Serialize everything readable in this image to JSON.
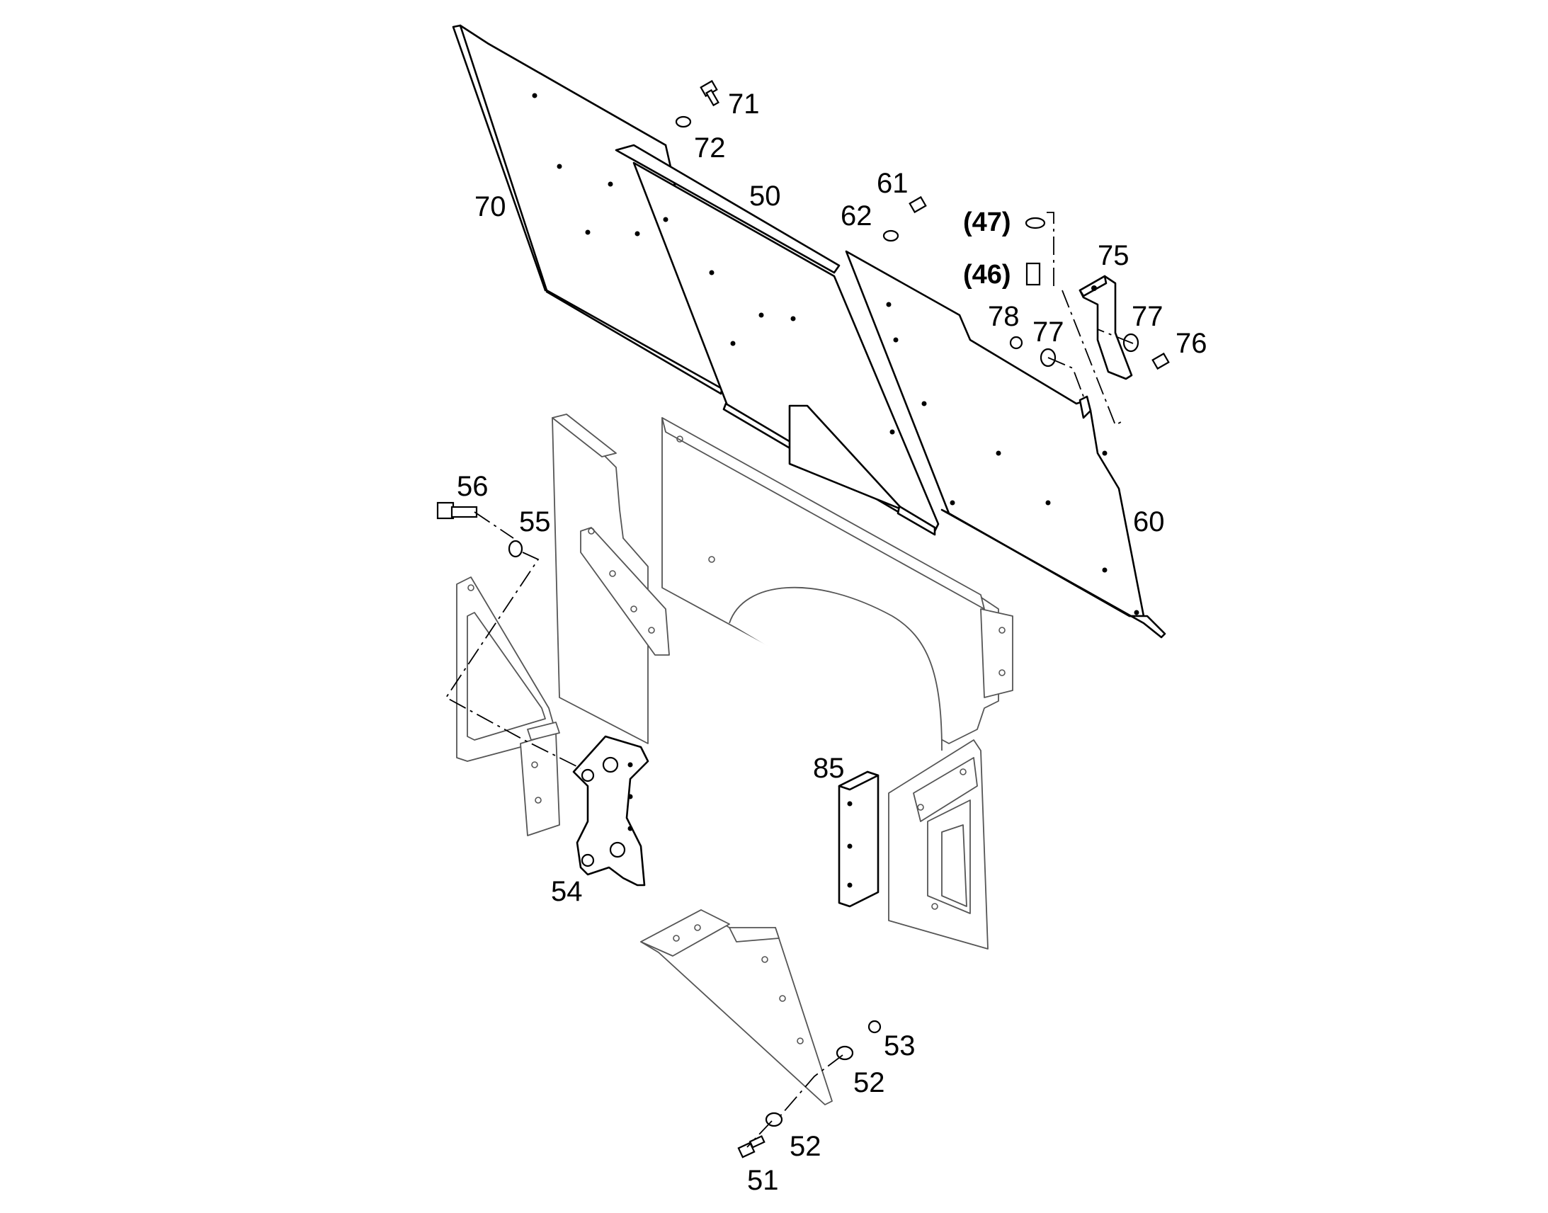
{
  "callouts": [
    {
      "id": "70",
      "text": "70"
    },
    {
      "id": "71",
      "text": "71"
    },
    {
      "id": "72",
      "text": "72"
    },
    {
      "id": "50",
      "text": "50"
    },
    {
      "id": "61",
      "text": "61"
    },
    {
      "id": "62",
      "text": "62"
    },
    {
      "id": "47",
      "text": "(47)"
    },
    {
      "id": "46",
      "text": "(46)"
    },
    {
      "id": "75",
      "text": "75"
    },
    {
      "id": "78",
      "text": "78"
    },
    {
      "id": "77a",
      "text": "77"
    },
    {
      "id": "77b",
      "text": "77"
    },
    {
      "id": "76",
      "text": "76"
    },
    {
      "id": "60",
      "text": "60"
    },
    {
      "id": "56",
      "text": "56"
    },
    {
      "id": "55",
      "text": "55"
    },
    {
      "id": "54",
      "text": "54"
    },
    {
      "id": "85",
      "text": "85"
    },
    {
      "id": "53",
      "text": "53"
    },
    {
      "id": "52a",
      "text": "52"
    },
    {
      "id": "52b",
      "text": "52"
    },
    {
      "id": "51",
      "text": "51"
    }
  ],
  "colors": {
    "line": "#000000",
    "ghost_line": "#555555",
    "background": "#ffffff"
  }
}
